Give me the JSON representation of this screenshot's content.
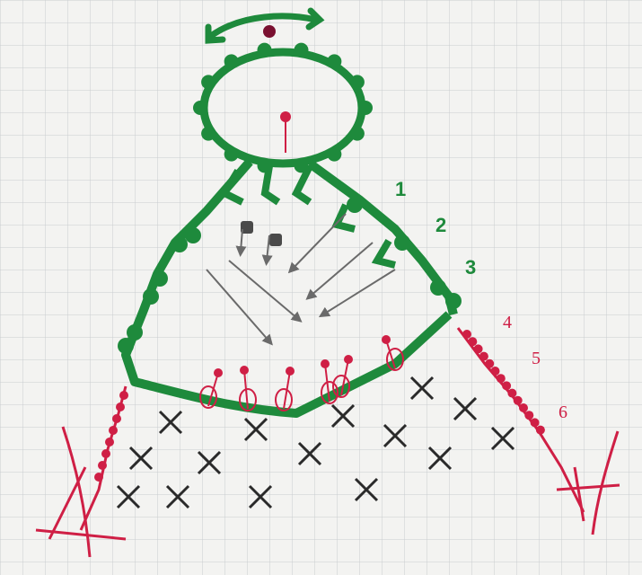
{
  "diagram": {
    "row_numbers": [
      "1",
      "2",
      "3",
      "4",
      "5",
      "6"
    ],
    "colors": {
      "paper": "#f3f3f1",
      "grid": "#c9cccf",
      "green": "#1e8a3c",
      "red": "#cf1f45",
      "black": "#2a2a2a",
      "gray_arrow": "#6a6a6a"
    },
    "symbols": [
      "picot-circle",
      "chain-stitch",
      "double-crochet",
      "single-crochet-x",
      "arrow",
      "double-crochet-strand"
    ]
  }
}
